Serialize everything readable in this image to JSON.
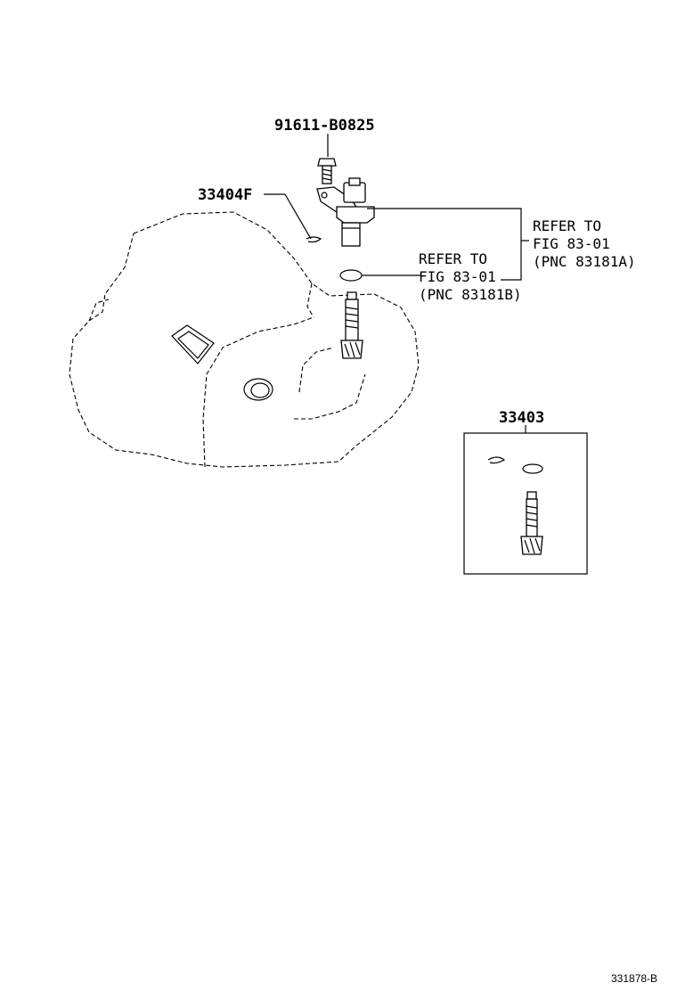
{
  "labels": {
    "bolt": "91611-B0825",
    "clip": "33404F",
    "kit": "33403",
    "ref_a_line1": "REFER TO",
    "ref_a_line2": "FIG 83-01",
    "ref_a_line3": "(PNC 83181A)",
    "ref_b_line1": "REFER TO",
    "ref_b_line2": "FIG 83-01",
    "ref_b_line3": "(PNC 83181B)",
    "diagram_ref": "331878-B"
  }
}
